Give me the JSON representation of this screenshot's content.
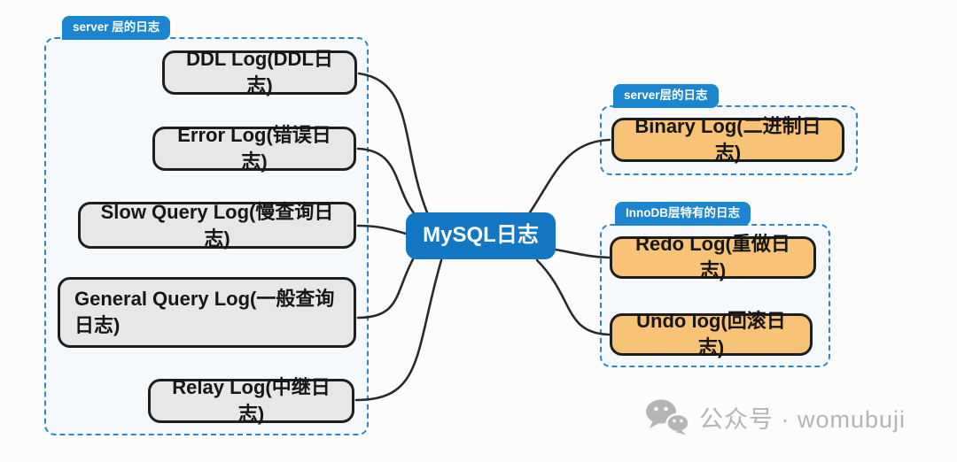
{
  "diagram": {
    "center": {
      "label": "MySQL日志"
    },
    "left_group": {
      "tag": "server 层的日志",
      "items": [
        "DDL Log(DDL日志)",
        "Error Log(错误日志)",
        "Slow Query Log(慢查询日志)",
        "General Query Log(一般查询日志)",
        "Relay Log(中继日志)"
      ]
    },
    "right_groups": [
      {
        "tag": "server层的日志",
        "items": [
          "Binary Log(二进制日志)"
        ]
      },
      {
        "tag": "InnoDB层特有的日志",
        "items": [
          "Redo Log(重做日志)",
          "Undo log(回滚日志)"
        ]
      }
    ],
    "colors": {
      "center_fill": "#1377c4",
      "tag_fill": "#1b85d0",
      "group_border": "#2e86c4",
      "left_node_fill": "#e7e7e7",
      "right_node_fill": "#f8c377",
      "node_border": "#1e1e1e",
      "connector": "#2a2a2a",
      "watermark": "#b5b5b5"
    }
  },
  "watermark": {
    "icon": "wechat-icon",
    "text": "公众号 · womubuji"
  }
}
